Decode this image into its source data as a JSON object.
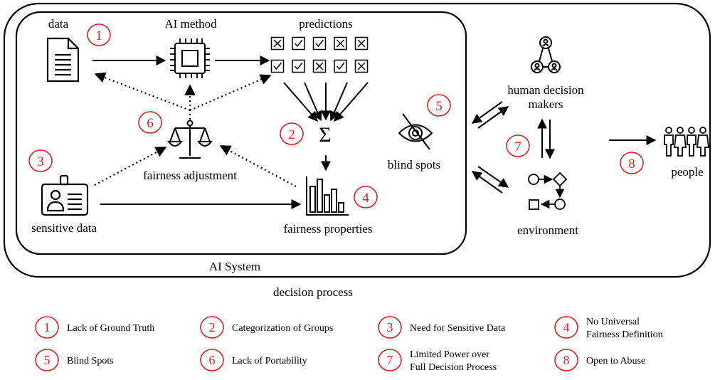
{
  "labels": {
    "data": "data",
    "ai_method": "AI method",
    "predictions": "predictions",
    "fairness_adjustment": "fairness adjustment",
    "sensitive_data": "sensitive data",
    "fairness_properties": "fairness properties",
    "blind_spots": "blind spots",
    "human_decision_makers_line1": "human decision",
    "human_decision_makers_line2": "makers",
    "environment": "environment",
    "people": "people",
    "ai_system": "AI System",
    "decision_process": "decision process",
    "sigma": "Σ"
  },
  "predictions_grid": [
    [
      "x",
      "check",
      "check",
      "x",
      "x"
    ],
    [
      "check",
      "check",
      "x",
      "check",
      "x"
    ]
  ],
  "markers": {
    "m1": "1",
    "m2": "2",
    "m3": "3",
    "m4": "4",
    "m5": "5",
    "m6": "6",
    "m7": "7",
    "m8": "8"
  },
  "legend": [
    {
      "num": "1",
      "text": [
        "Lack of Ground Truth"
      ]
    },
    {
      "num": "2",
      "text": [
        "Categorization of Groups"
      ]
    },
    {
      "num": "3",
      "text": [
        "Need for Sensitive Data"
      ]
    },
    {
      "num": "4",
      "text": [
        "No Universal",
        "Fairness Definition"
      ]
    },
    {
      "num": "5",
      "text": [
        "Blind Spots"
      ]
    },
    {
      "num": "6",
      "text": [
        "Lack of Portability"
      ]
    },
    {
      "num": "7",
      "text": [
        "Limited Power over",
        "Full Decision Process"
      ]
    },
    {
      "num": "8",
      "text": [
        "Open to Abuse"
      ]
    }
  ],
  "colors": {
    "marker": "#e02020",
    "line": "#000000"
  }
}
